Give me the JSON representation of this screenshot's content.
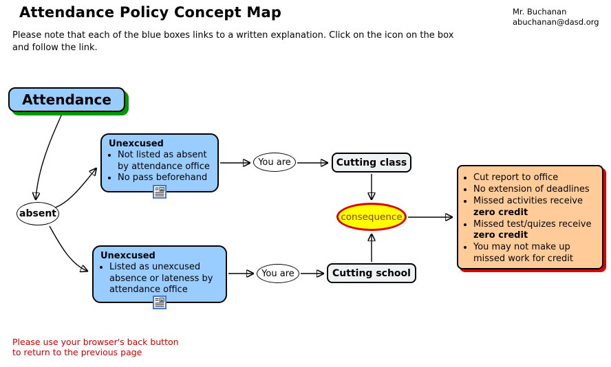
{
  "page": {
    "title": "Attendance Policy Concept Map",
    "author": {
      "name": "Mr. Buchanan",
      "email": "abuchanan@dasd.org"
    },
    "note": "Please note that each of the blue boxes links to a written explanation. Click on the icon on the box and follow the link.",
    "footer_note": "Please use your browser's back button\nto return to the previous page"
  },
  "colors": {
    "node_blue": "#99ccff",
    "attendance_shadow_green": "#009900",
    "consequence_fill_yellow": "#ffff00",
    "consequence_border_red": "#dd0000",
    "consequence_text": "#993300",
    "outcome_fill_orange": "#ffcc99",
    "outcome_shadow_red": "#dd0000",
    "cut_box_fill": "#eef2f2",
    "footer_text_red": "#cc0000"
  },
  "nodes": {
    "attendance": {
      "label": "Attendance"
    },
    "absent": {
      "label": "absent"
    },
    "unexcused_class": {
      "title": "Unexcused",
      "bullets": [
        "Not listed as absent by attendance office",
        "No pass beforehand"
      ],
      "icon": "document-link-icon"
    },
    "unexcused_school": {
      "title": "Unexcused",
      "bullets": [
        "Listed as unexcused absence or lateness by attendance office"
      ],
      "icon": "document-link-icon"
    },
    "you_are_1": {
      "label": "You are"
    },
    "you_are_2": {
      "label": "You are"
    },
    "cutting_class": {
      "label": "Cutting class"
    },
    "cutting_school": {
      "label": "Cutting school"
    },
    "consequence": {
      "label": "consequence"
    },
    "consequences_list": {
      "bullets": [
        {
          "text": "Cut report to office"
        },
        {
          "text": "No extension of deadlines"
        },
        {
          "text": "Missed activities receive",
          "bold": "zero credit"
        },
        {
          "text": "Missed test/quizes receive",
          "bold": "zero credit"
        },
        {
          "text": "You may not make up missed work for credit"
        }
      ]
    }
  }
}
